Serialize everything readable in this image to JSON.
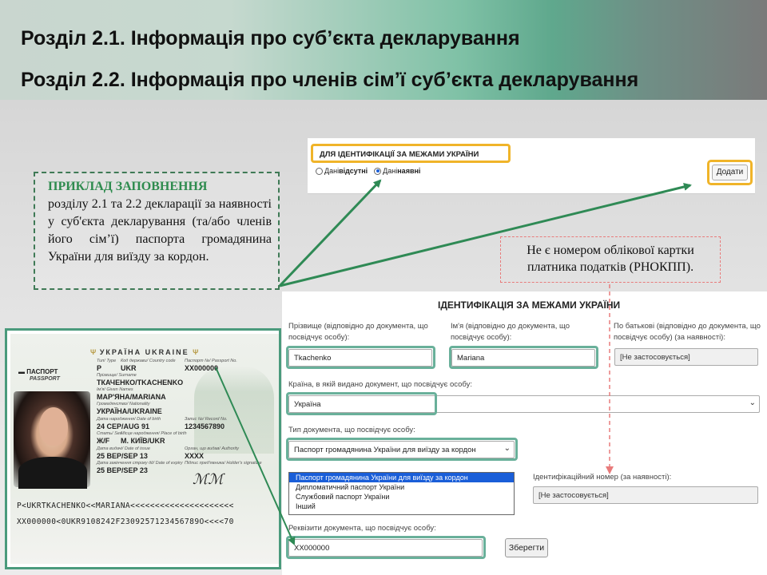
{
  "header": {
    "section_1": "Розділ 2.1. Інформація про суб’єкта декларування",
    "section_2": "Розділ 2.2. Інформація про членів сім’ї суб’єкта декларування"
  },
  "example": {
    "title": "ПРИКЛАД ЗАПОВНЕННЯ",
    "text": "розділу 2.1 та 2.2 декларації за наявності у суб'єкта декларування (та/або членів його сім’ї) паспорта громадянина України для виїзду за кордон."
  },
  "top_panel": {
    "title": "ДЛЯ ІДЕНТИФІКАЦІЇ ЗА МЕЖАМИ УКРАЇНИ",
    "radio_absent_prefix": "Дані ",
    "radio_absent_bold": "відсутні",
    "radio_present_prefix": "Дані ",
    "radio_present_bold": "наявні",
    "selected": "present",
    "add_button": "Додати"
  },
  "note": {
    "text": "Не є номером облікової картки платника податків (РНОКПП)."
  },
  "form": {
    "title": "ІДЕНТИФІКАЦІЯ ЗА МЕЖАМИ УКРАЇНИ",
    "surname_label": "Прізвище (відповідно до документа, що посвідчує особу):",
    "surname_value": "Tkachenko",
    "name_label": "Ім'я (відповідно до документа, що посвідчує особу):",
    "name_value": "Mariana",
    "patronymic_label": "По батькові (відповідно до документа, що посвідчує особу) (за наявності):",
    "patronymic_value": "[Не застосовується]",
    "country_label": "Країна, в якій видано документ, що посвідчує особу:",
    "country_value": "Україна",
    "doc_type_label": "Тип документа, що посвідчує особу:",
    "doc_type_value": "Паспорт громадянина України для виїзду за кордон",
    "doc_type_options": [
      "Паспорт громадянина України для виїзду за кордон",
      "Дипломатичний паспорт України",
      "Службовий паспорт України",
      "Інший"
    ],
    "id_number_label": "Ідентифікаційний номер (за наявності):",
    "id_number_value": "[Не застосовується]",
    "requisites_label": "Реквізити документа, що посвідчує особу:",
    "requisites_value": "XX000000",
    "save_button": "Зберегти"
  },
  "passport": {
    "header": "УКРАЇНА UKRAINE",
    "word_ua": "ПАСПОРТ",
    "word_en": "PASSPORT",
    "type_label": "Тип/ Type",
    "type_value": "P",
    "code_label": "Код держави/ Country code",
    "code_value": "UKR",
    "passport_no_label": "Паспорт №/ Passport No.",
    "passport_no_value": "XX000000",
    "surname_label": "Прізвище/ Surname",
    "surname_value": "ТКАЧЕНКО/TKACHENKO",
    "given_label": "Ім'я/ Given Names",
    "given_value": "МАР'ЯНА/MARIANA",
    "nationality_label": "Громадянство/ Nationality",
    "nationality_value": "УКРАЇНА/UKRAINE",
    "dob_label": "Дата народження/ Date of birth",
    "dob_value": "24 СЕР/AUG 91",
    "record_label": "Запис №/ Record No.",
    "record_value": "1234567890",
    "sex_label": "Стать/ Sex",
    "sex_value": "Ж/F",
    "pob_label": "Місце народження/ Place of birth",
    "pob_value": "М. КИЇВ/UKR",
    "doi_label": "Дата видачі/ Date of issue",
    "doi_value": "25 ВЕР/SEP 13",
    "authority_label": "Орган, що видав/ Authority",
    "authority_value": "XXXX",
    "doe_label": "Дата закінчення строку дії/ Date of expiry",
    "doe_value": "25 ВЕР/SEP 23",
    "signature_label": "Підпис пред'явника/ Holder's signature",
    "mrz_1": "P<UKRTKACHENKO<<MARIANA<<<<<<<<<<<<<<<<<<<<<",
    "mrz_2": "XX000000<0UKR9108242F2309257123456789O<<<<70"
  },
  "colors": {
    "highlight_green": "#69b09a",
    "highlight_orange": "#f0b429",
    "arrow_green": "#2f8a55",
    "note_red": "#e87b7b",
    "accent_blue": "#1a5ed8"
  }
}
